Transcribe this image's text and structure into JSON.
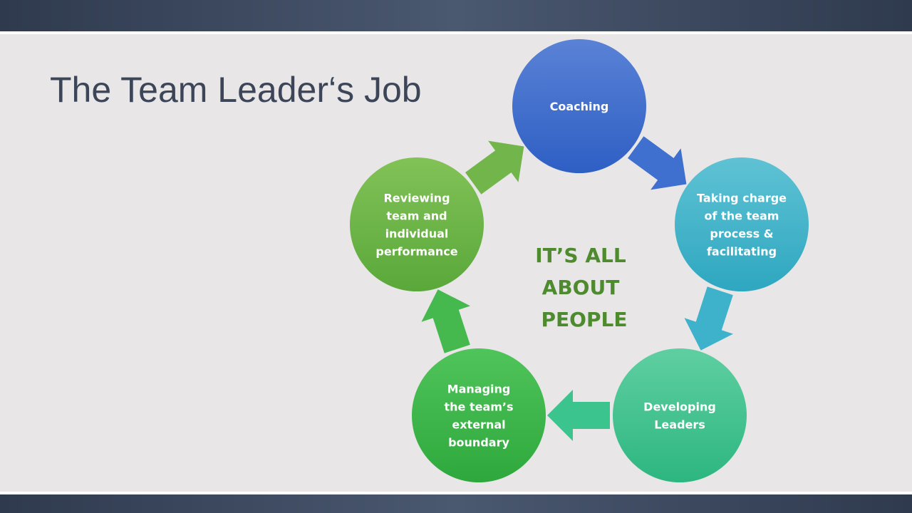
{
  "slide": {
    "title": "The Team Leader‘s Job"
  },
  "diagram": {
    "center_text": [
      "IT’S ALL",
      "ABOUT",
      "PEOPLE"
    ],
    "nodes": [
      {
        "id": "coaching",
        "lines": [
          "Coaching"
        ],
        "color_top": "#5a82d6",
        "color_bottom": "#2e5fc4"
      },
      {
        "id": "taking-charge",
        "lines": [
          "Taking charge",
          "of the team",
          "process &",
          "facilitating"
        ],
        "color_top": "#5fc2d4",
        "color_bottom": "#2ea7c0"
      },
      {
        "id": "developing-leaders",
        "lines": [
          "Developing",
          "Leaders"
        ],
        "color_top": "#5fcfa2",
        "color_bottom": "#2db680"
      },
      {
        "id": "managing-boundary",
        "lines": [
          "Managing",
          "the team’s",
          "external",
          "boundary"
        ],
        "color_top": "#4fc45a",
        "color_bottom": "#2ea83c"
      },
      {
        "id": "reviewing-performance",
        "lines": [
          "Reviewing",
          "team and",
          "individual",
          "performance"
        ],
        "color_top": "#82c257",
        "color_bottom": "#5aa83a"
      }
    ],
    "arrow_colors": [
      "#3f6fcf",
      "#3eb2cb",
      "#3cc48e",
      "#45b84e",
      "#72b64b"
    ]
  }
}
